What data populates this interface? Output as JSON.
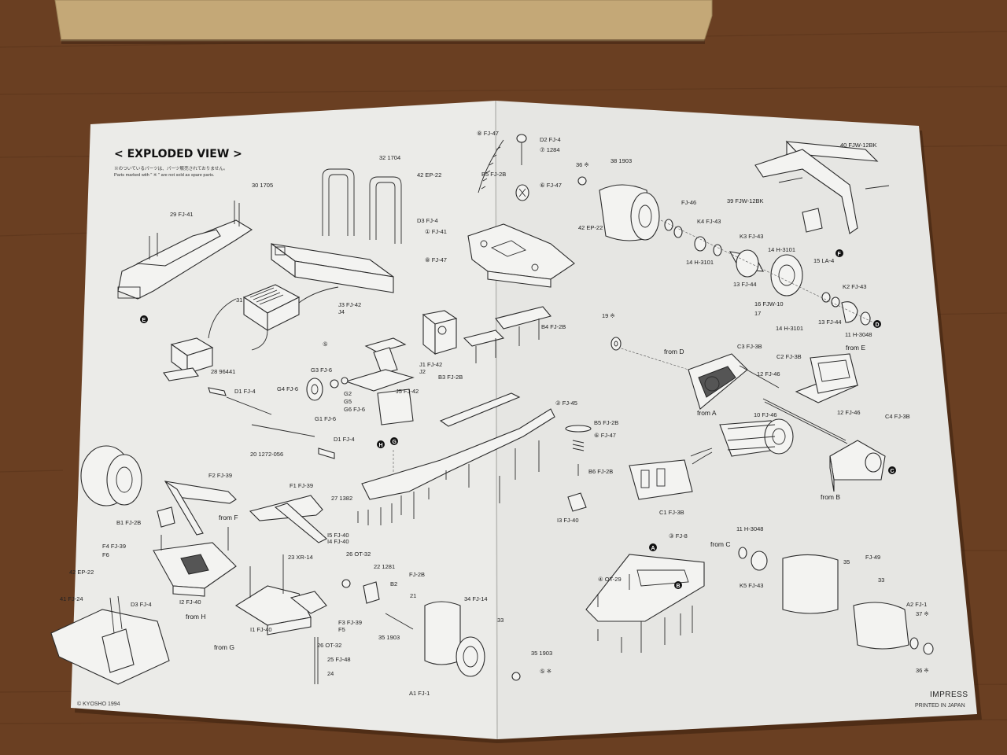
{
  "title": "< EXPLODED VIEW >",
  "note": {
    "jp": "※のついているパーツは、パーツ販売されておりません。",
    "en": "Parts marked with \" ※ \" are not sold as spare parts."
  },
  "footer": {
    "copyright": "© KYOSHO 1994",
    "model": "IMPRESS",
    "printed": "PRINTED IN JAPAN"
  },
  "markers": [
    "A",
    "B",
    "C",
    "D",
    "E",
    "F",
    "G",
    "H"
  ],
  "labels": {
    "l01": "32 1704",
    "l02": "30 1705",
    "l03": "29 FJ-41",
    "l04": "42 EP-22",
    "l05": "D3 FJ-4",
    "l06": "① FJ-41",
    "l07": "⑧ FJ-47",
    "l08": "⑧ FJ-47",
    "l09": "D2 FJ-4",
    "l10": "⑦ 1284",
    "l11": "B5 FJ-2B",
    "l12": "⑥ FJ-47",
    "l13": "42 EP-22",
    "l14": "36 ※",
    "l15": "38 1903",
    "l16": "40 FJW-12BK",
    "l17": "39 FJW-12BK",
    "l18": "FJ-46",
    "l19": "K4 FJ-43",
    "l20": "K3 FJ-43",
    "l21": "14 H-3101",
    "l22": "14 H-3101",
    "l23": "13 FJ-44",
    "l24": "15 LA-4",
    "l25": "16 FJW-10",
    "l26": "17",
    "l27": "14 H-3101",
    "l28": "13 FJ-44",
    "l29": "K2 FJ-43",
    "l30": "11 H-3048",
    "l31": "31",
    "l32": "J3 FJ-42",
    "l33": "J4",
    "l34": "⑤",
    "l35": "28 96441",
    "l36": "D1 FJ-4",
    "l37": "G3 FJ-6",
    "l38": "G4 FJ-6",
    "l39": "G2",
    "l40": "G5",
    "l41": "G6 FJ-6",
    "l42": "G1 FJ-6",
    "l43": "J1 FJ-42",
    "l44": "J2",
    "l45": "J5 FJ-42",
    "l46": "B3 FJ-2B",
    "l47": "B4 FJ-2B",
    "l48": "② FJ-45",
    "l49": "20 1272-056",
    "l50": "D1 FJ-4",
    "l51": "19 ※",
    "l52": "from D",
    "l53": "C3 FJ-3B",
    "l54": "C2 FJ-3B",
    "l55": "from E",
    "l56": "12 FJ-46",
    "l57": "10 FJ-46",
    "l58": "12 FJ-46",
    "l59": "C4 FJ-3B",
    "l60": "from A",
    "l61": "from B",
    "l62": "B5 FJ-2B",
    "l63": "⑥ FJ-47",
    "l64": "B6 FJ-2B",
    "l65": "I3 FJ-40",
    "l66": "C1 FJ-3B",
    "l67": "F2 FJ-39",
    "l68": "F1 FJ-39",
    "l69": "27 1382",
    "l70": "I5 FJ-40",
    "l71": "I4 FJ-40",
    "l72": "B1 FJ-2B",
    "l73": "from F",
    "l74": "F4 FJ-39",
    "l75": "F6",
    "l76": "23 XR-14",
    "l77": "26 OT-32",
    "l78": "22 1281",
    "l79": "FJ-2B",
    "l80": "B2",
    "l81": "21",
    "l82": "42 EP-22",
    "l83": "41 FJ-24",
    "l84": "D3 FJ-4",
    "l85": "I2 FJ-40",
    "l86": "from H",
    "l87": "I1 FJ-40",
    "l88": "from G",
    "l89": "F3 FJ-39",
    "l90": "F5",
    "l91": "26 OT-32",
    "l92": "25 FJ-48",
    "l93": "24",
    "l94": "34 FJ-14",
    "l95": "33",
    "l96": "35 1903",
    "l97": "35 1903",
    "l98": "⑤ ※",
    "l99": "A1 FJ-1",
    "l100": "③ FJ-8",
    "l101": "④ OT-29",
    "l102": "11 H-3048",
    "l103": "from C",
    "l104": "K5 FJ-43",
    "l105": "35",
    "l106": "FJ-49",
    "l107": "33",
    "l108": "A2 FJ-1",
    "l109": "37 ※",
    "l110": "36 ※"
  },
  "colors": {
    "paper": "#e9e9e6",
    "wood": "#6a3f22",
    "box": "#c4a877",
    "ink": "#2b2b2b"
  }
}
